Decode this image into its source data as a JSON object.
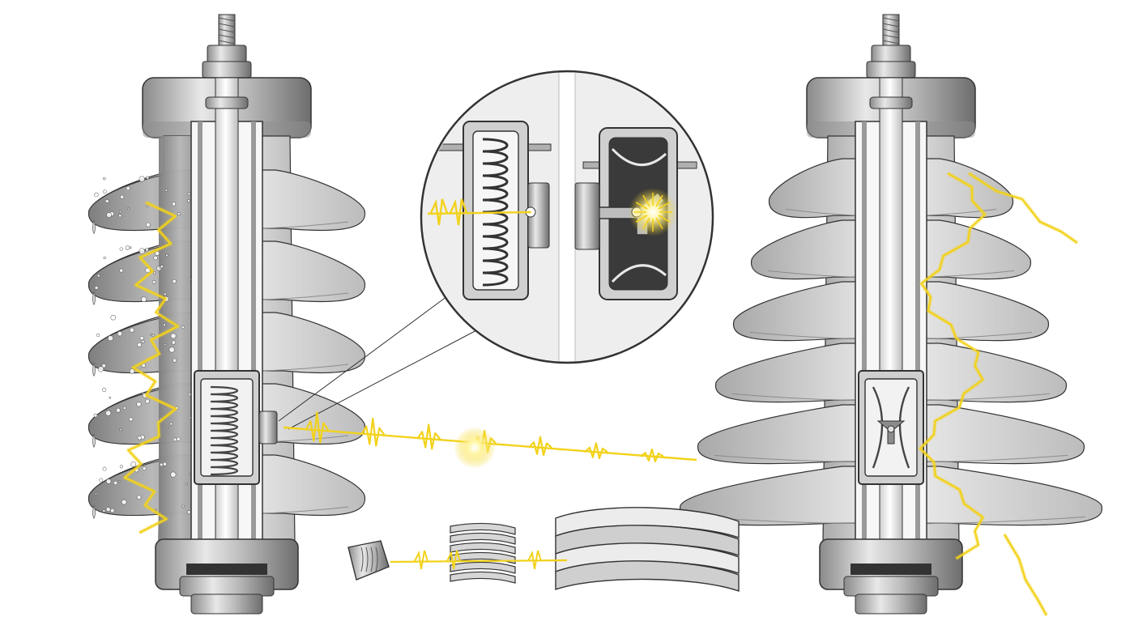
{
  "colors": {
    "background": "#ffffff",
    "porcelain": "#e6e6e6",
    "porcelain_shade": "#b9b9b9",
    "contaminated": "#9c9c9c",
    "metal": "#bdbdbd",
    "metal_dark": "#6d6d6d",
    "ink": "#333333",
    "spark": "#f2d21b",
    "spark_core": "#fff6a8"
  },
  "icons": {
    "lightning": "lightning-bolt-icon",
    "spark": "spark-burst-icon",
    "water": "water-droplet-icon"
  },
  "diagram": {
    "left_insulator": {
      "state": "contaminated",
      "sheds": 5,
      "core": "spring-bellows",
      "flashover": "surface-tracking"
    },
    "right_insulator": {
      "state": "clean",
      "sheds": 6,
      "core": "diaphragm-lever",
      "flashover": "external-arc"
    },
    "magnifier": {
      "panels": [
        "spring-bellows",
        "diaphragm-lever"
      ]
    },
    "signal_pulses": 7,
    "exploded_parts": [
      "small-bellows",
      "medium-bellows",
      "large-folded-bellows"
    ]
  }
}
